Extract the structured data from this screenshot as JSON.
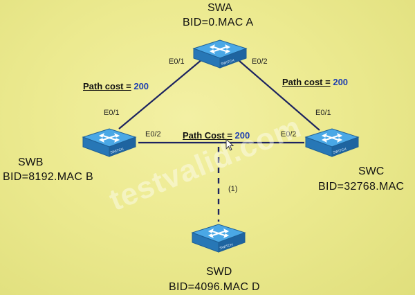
{
  "switches": {
    "swa": {
      "name": "SWA",
      "bid": "BID=0.MAC A"
    },
    "swb": {
      "name": "SWB",
      "bid": "BID=8192.MAC B"
    },
    "swc": {
      "name": "SWC",
      "bid": "BID=32768.MAC"
    },
    "swd": {
      "name": "SWD",
      "bid": "BID=4096.MAC D"
    }
  },
  "ports": {
    "swa_e01": "E0/1",
    "swa_e02": "E0/2",
    "swb_e01": "E0/1",
    "swb_e02": "E0/2",
    "swc_e01": "E0/1",
    "swc_e02": "E0/2"
  },
  "links": {
    "ab": {
      "label": "Path cost =",
      "value": "200"
    },
    "ac": {
      "label": "Path cost =",
      "value": "200"
    },
    "bc": {
      "label": "Path Cost =",
      "value": "200"
    },
    "bd": {
      "note": "(1)"
    }
  },
  "device_label": "SWITCH",
  "watermark": "testvalid.com",
  "colors": {
    "background": "#ecea90",
    "link": "#1c2360",
    "switch": "#2f8fd0",
    "cost_value": "#1f3fb0"
  }
}
